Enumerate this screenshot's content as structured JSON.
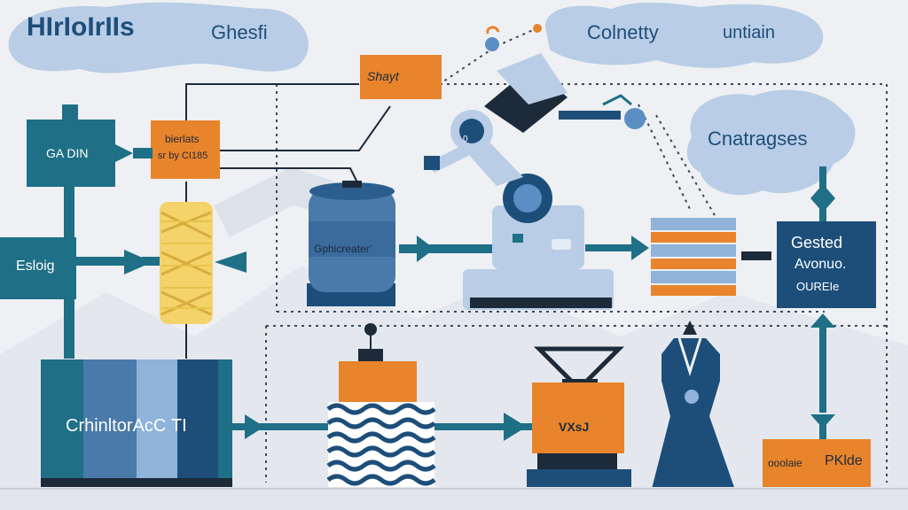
{
  "header": {
    "cloud_left_title": "HIrIoIrIIs",
    "cloud_left_sub": "Ghesfi",
    "cloud_right_a": "Colnetty",
    "cloud_right_b": "untiain",
    "cloud_mid_right": "Cnatragses"
  },
  "blocks": {
    "ga_din": "GA DIN",
    "esloig": "Esloig",
    "shayt": "Shayt",
    "bierlats_line1": "bierlats",
    "bierlats_line2": "sr by CI185",
    "gphicreater": "Gphicreater'",
    "gested_line1": "Gested",
    "gested_line2": "Avonuo.",
    "gested_line3": "OUREIe",
    "crhinltor": "CrhinltorAcС ТI",
    "press_label": "VXsJ",
    "oooloe": "ooolaie",
    "pklde": "PKlde",
    "robot_badge": "0"
  },
  "colors": {
    "teal": "#1f6f86",
    "navy": "#1d4e7a",
    "orange": "#e8842c",
    "cloud": "#b9cde6",
    "light_blue": "#8fb3d9",
    "yarn": "#f3d36a"
  },
  "icons": [
    "cloud-icon",
    "robot-arm-icon",
    "spool-icon",
    "barrel-icon",
    "press-icon",
    "mannequin-icon",
    "arrow-icon",
    "diamond-icon"
  ]
}
